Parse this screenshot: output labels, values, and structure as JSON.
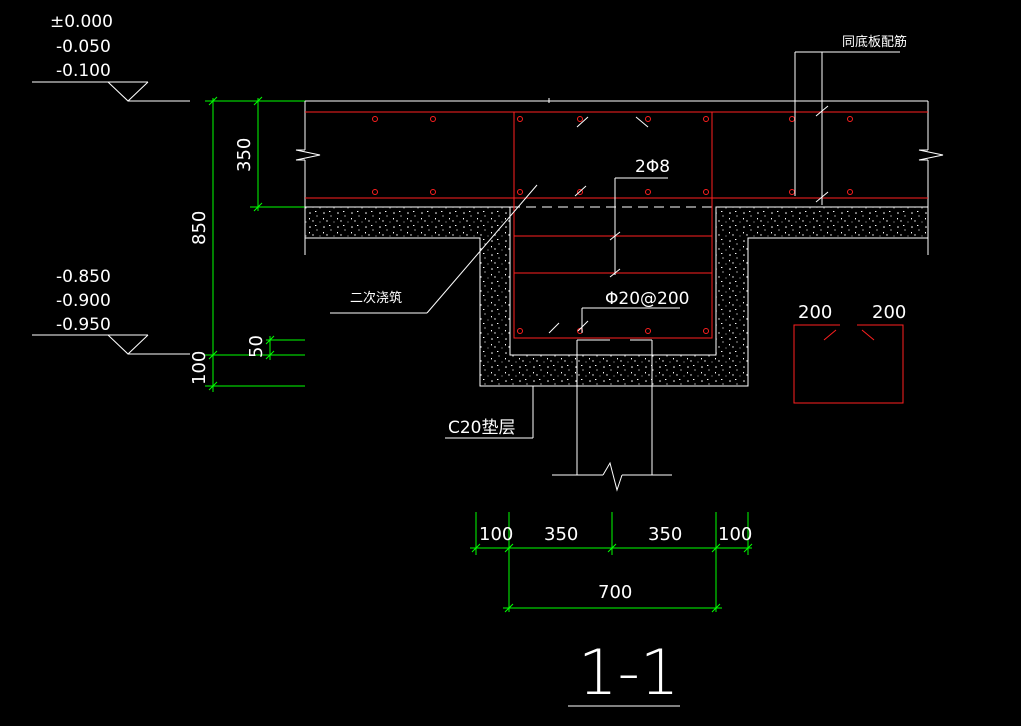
{
  "elevations_top": [
    "±0.000",
    "-0.050",
    "-0.100"
  ],
  "elevations_bottom": [
    "-0.850",
    "-0.900",
    "-0.950"
  ],
  "left_dims": {
    "d350": "350",
    "d850": "850",
    "d50": "50",
    "d100": "100"
  },
  "notes": {
    "slab_rebar": "同底板配筋",
    "top_bars": "2Φ8",
    "stirrups": "Φ20@200",
    "secondary_pour": "二次浇筑",
    "cushion": "C20垫层"
  },
  "detail_dims": [
    "200",
    "200"
  ],
  "bottom_dims": {
    "a": "100",
    "b": "350",
    "c": "350",
    "d": "100",
    "total": "700"
  },
  "section_title": "1-1",
  "colors": {
    "line": "#ffffff",
    "rebar": "#ff2020",
    "dimension": "#00ff00",
    "background": "#000000"
  }
}
